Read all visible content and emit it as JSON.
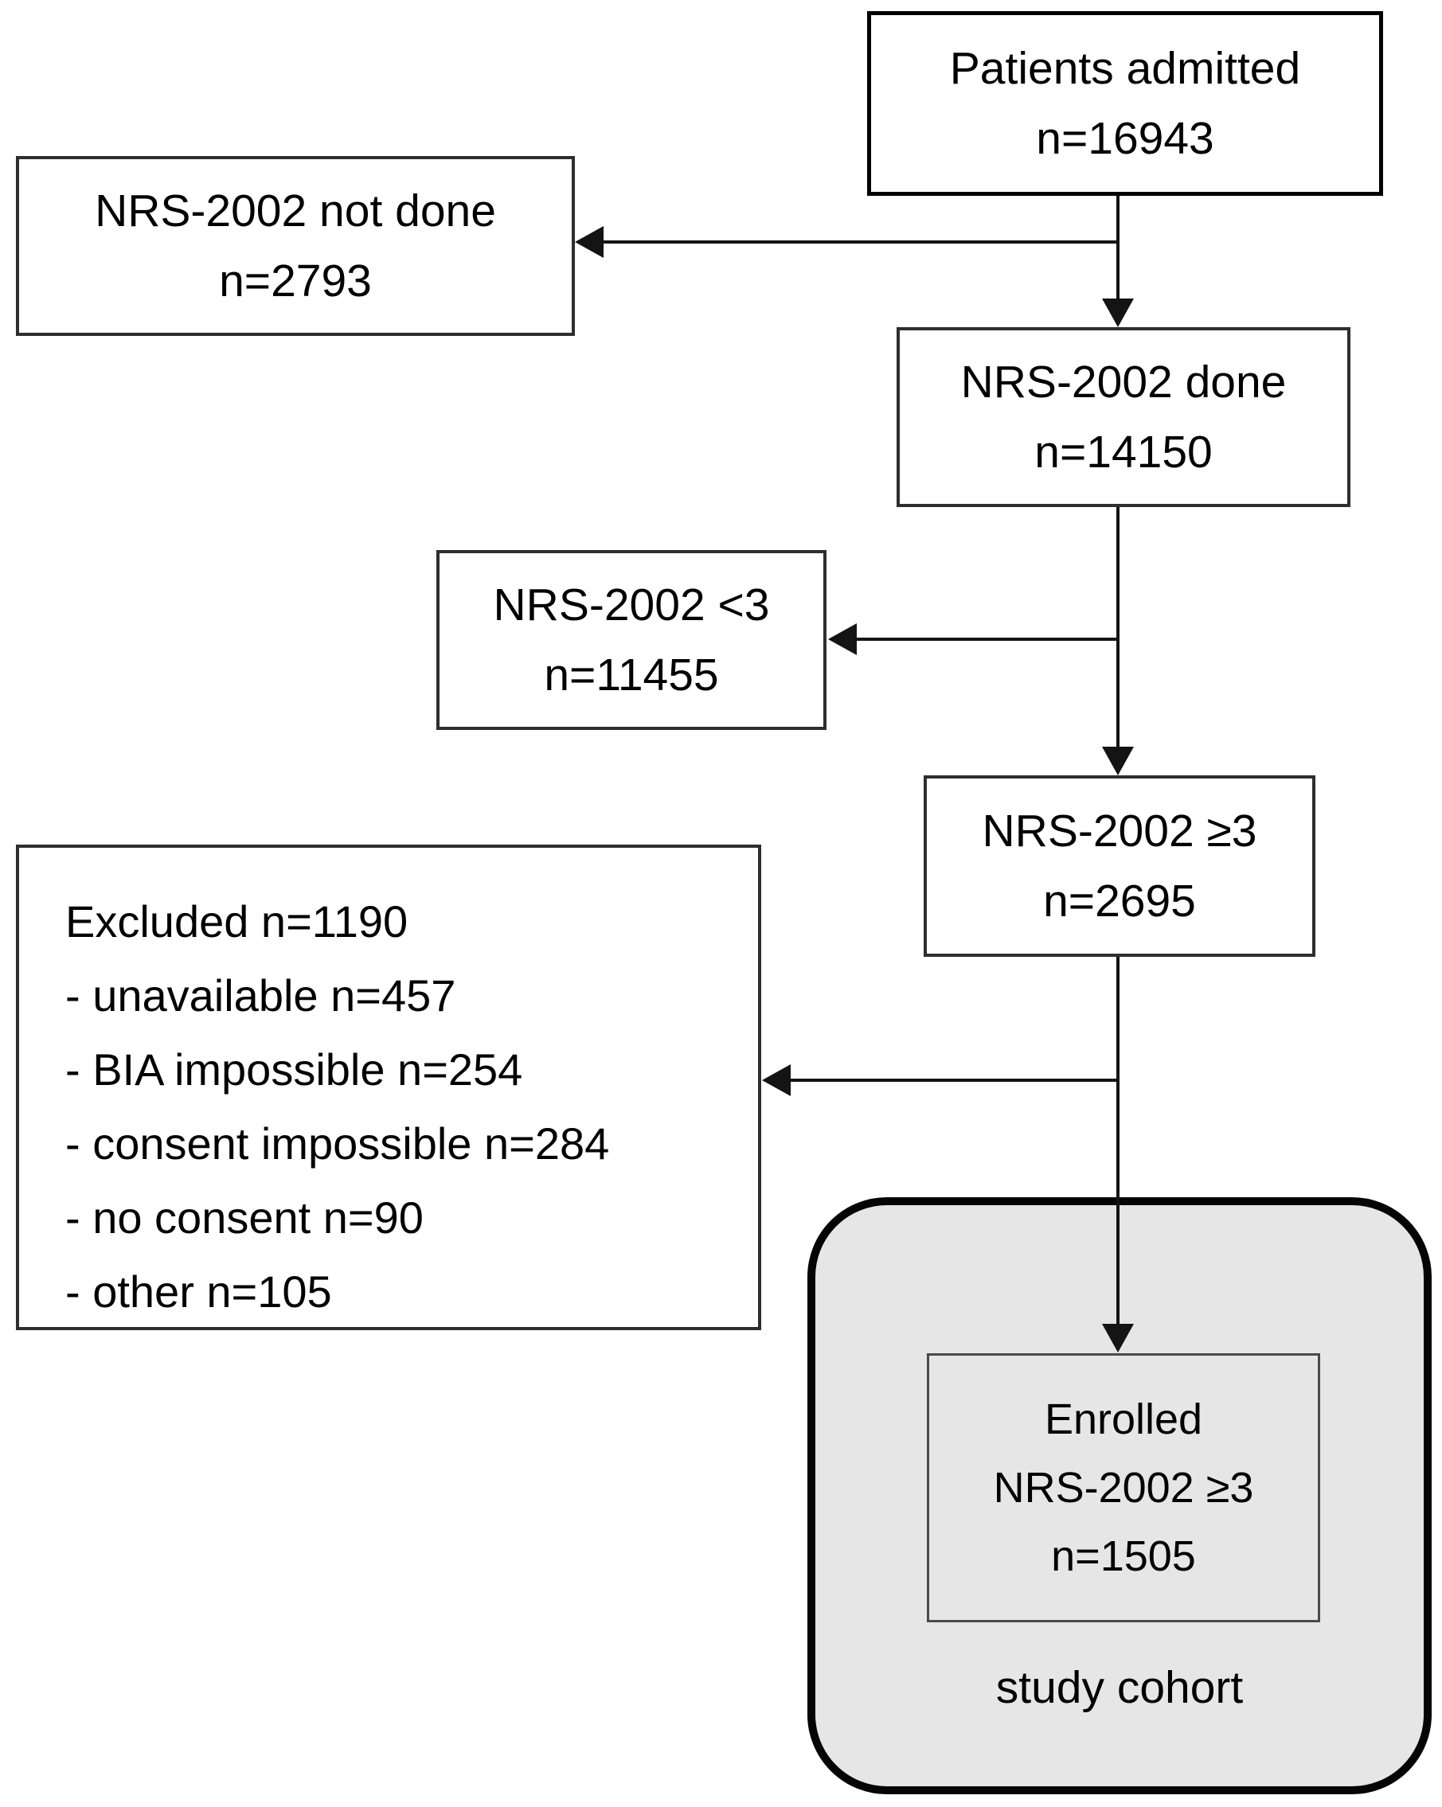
{
  "title": "Patient enrollment flowchart",
  "colors": {
    "line_color": "#141414",
    "box_border": "#2e2e2e",
    "box_bg": "#ffffff",
    "cohort_bg": "#e6e6e6",
    "cohort_border": "#050505",
    "text_color": "#000000"
  },
  "nodes": {
    "patients_admitted": {
      "lines": [
        "Patients admitted",
        "n=16943"
      ]
    },
    "nrs_not_done": {
      "lines": [
        "NRS-2002 not done",
        "n=2793"
      ]
    },
    "nrs_done": {
      "lines": [
        "NRS-2002 done",
        "n=14150"
      ]
    },
    "nrs_lt3": {
      "lines": [
        "NRS-2002 <3",
        "n=11455"
      ]
    },
    "nrs_ge3": {
      "lines": [
        "NRS-2002 ≥3",
        "n=2695"
      ]
    },
    "excluded": {
      "lines": [
        "Excluded n=1190",
        "- unavailable n=457",
        "- BIA impossible n=254",
        "- consent impossible n=284",
        "- no consent n=90",
        "- other n=105"
      ]
    },
    "enrolled": {
      "lines": [
        "Enrolled",
        "NRS-2002 ≥3",
        "n=1505"
      ]
    },
    "study_cohort": {
      "lines": [
        "study cohort"
      ]
    }
  },
  "chart_data": {
    "type": "table",
    "title": "Patient flow",
    "flow": [
      {
        "step": "Patients admitted",
        "n": 16943
      },
      {
        "step": "NRS-2002 not done",
        "n": 2793
      },
      {
        "step": "NRS-2002 done",
        "n": 14150
      },
      {
        "step": "NRS-2002 <3",
        "n": 11455
      },
      {
        "step": "NRS-2002 ≥3",
        "n": 2695
      },
      {
        "step": "Excluded",
        "n": 1190
      },
      {
        "step": "Excluded - unavailable",
        "n": 457
      },
      {
        "step": "Excluded - BIA impossible",
        "n": 254
      },
      {
        "step": "Excluded - consent impossible",
        "n": 284
      },
      {
        "step": "Excluded - no consent",
        "n": 90
      },
      {
        "step": "Excluded - other",
        "n": 105
      },
      {
        "step": "Enrolled NRS-2002 ≥3 (study cohort)",
        "n": 1505
      }
    ]
  }
}
